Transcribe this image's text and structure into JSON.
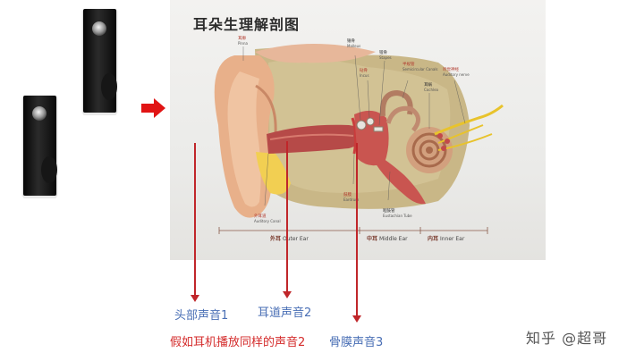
{
  "plate": {
    "title": "耳朵生理解剖图",
    "labels": {
      "pinna_cn": "耳廓",
      "pinna_en": "Pinna",
      "malleus_cn": "锤骨",
      "malleus_en": "Malleus",
      "incus_cn": "砧骨",
      "incus_en": "Incus",
      "stapes_cn": "镫骨",
      "stapes_en": "Stapes",
      "semicircular_cn": "半规管",
      "semicircular_en": "Semicircular Canals",
      "auditory_nerve_cn": "听觉神经",
      "auditory_nerve_en": "Auditory nerve",
      "cochlea_cn": "耳蜗",
      "cochlea_en": "Cochlea",
      "ear_canal_cn": "外耳道",
      "ear_canal_en": "Auditory Canal",
      "eardrum_cn": "鼓膜",
      "eardrum_en": "Eardrum",
      "eustachian_cn": "咽鼓管",
      "eustachian_en": "Eustachian Tube"
    },
    "regions": {
      "outer_cn": "外耳",
      "outer_en": "Outer Ear",
      "middle_cn": "中耳",
      "middle_en": "Middle Ear",
      "inner_cn": "内耳",
      "inner_en": "Inner Ear"
    }
  },
  "annotations": {
    "head_sound": "头部声音1",
    "canal_sound": "耳道声音2",
    "bone_sound": "骨膜声音3",
    "headphone_note": "假如耳机播放同样的声音2"
  },
  "watermark": "知乎 @超哥",
  "colors": {
    "annotation_red": "#d42b2b",
    "annotation_blue": "#4a6fb5",
    "line_red": "#c0262a"
  }
}
